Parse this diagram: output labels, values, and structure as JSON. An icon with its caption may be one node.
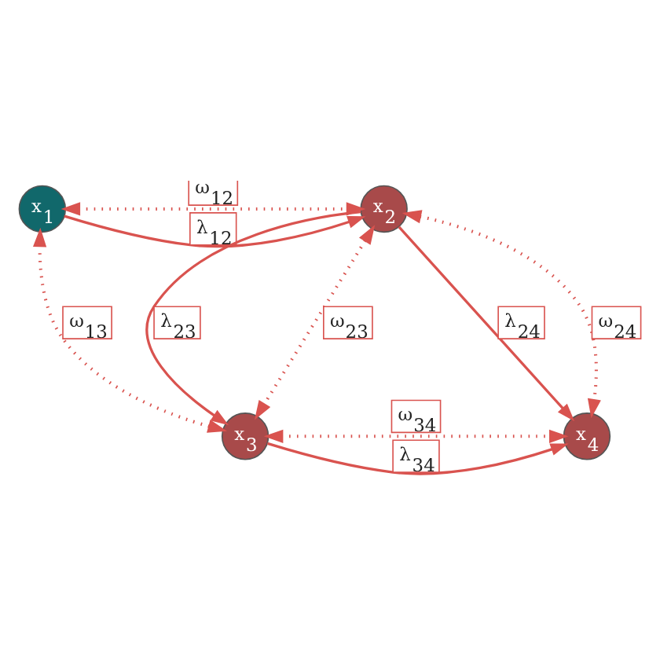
{
  "diagram": {
    "nodes": [
      {
        "text": [
          "x$_{1}$"
        ]
      },
      {
        "text": [
          "x$_{2}$"
        ]
      },
      {
        "text": [
          "x$_{3}$"
        ]
      },
      {
        "text": [
          "x$_{4}$"
        ]
      }
    ],
    "edges": [
      {
        "from": 0,
        "to": 1,
        "arrow": "both",
        "label": "ω$_{12}$",
        "style": "dashed"
      },
      {
        "from": 0,
        "to": 1,
        "arrow": "to",
        "label": "λ$_{12}$"
      },
      {
        "from": 0,
        "to": 2,
        "arrow": "both",
        "label": "ω$_{13}$",
        "style": "dashed"
      },
      {
        "from": 1,
        "to": 2,
        "arrow": "to",
        "label": "λ$_{23}$"
      },
      {
        "from": 1,
        "to": 2,
        "arrow": "both",
        "label": "ω$_{23}$",
        "style": "dashed"
      },
      {
        "from": 1,
        "to": 3,
        "arrow": "to",
        "label": "λ$_{24}$"
      },
      {
        "from": 1,
        "to": 3,
        "arrow": "both",
        "label": "ω$_{24}$",
        "style": "dashed"
      },
      {
        "from": 2,
        "to": 3,
        "arrow": "to",
        "label": "λ$_{34}$"
      },
      {
        "from": 2,
        "to": 3,
        "arrow": "both",
        "label": "ω$_{34}$",
        "style": "dashed"
      }
    ]
  }
}
